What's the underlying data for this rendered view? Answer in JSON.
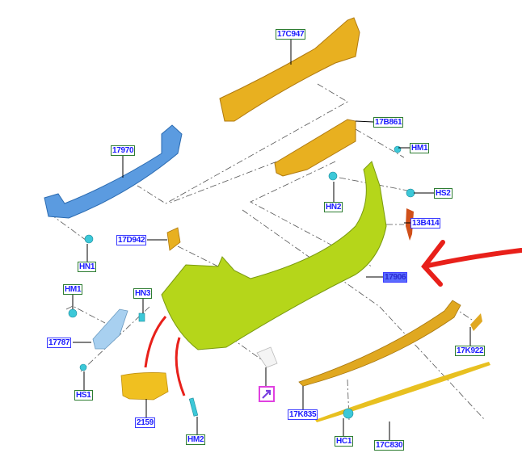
{
  "diagram": {
    "labels": {
      "absorber": "17C947",
      "bracket_upper": "17B861",
      "hm1_top": "HM1",
      "reinforcement": "17970",
      "hs2": "HS2",
      "hn2": "HN2",
      "reflector": "13B414",
      "bracket_side": "17D942",
      "hn1": "HN1",
      "bumper_cover": "17906",
      "hm1_left": "HM1",
      "hn3": "HN3",
      "bracket_left": "17787",
      "hs1": "HS1",
      "cover_2159": "2159",
      "hm2": "HM2",
      "deflector": "17K835",
      "bracket_right": "17K922",
      "hc1": "HC1",
      "molding": "17C830"
    },
    "icons": {
      "tow_cover_link": "arrow-link-icon"
    },
    "colors": {
      "bumper": "#b5d61a",
      "absorber": "#e8b020",
      "reinforcement": "#5b9be0",
      "clips": "#3cc8d8",
      "annotation_arrow": "#e8201a",
      "highlight": "#5a6cff"
    }
  }
}
